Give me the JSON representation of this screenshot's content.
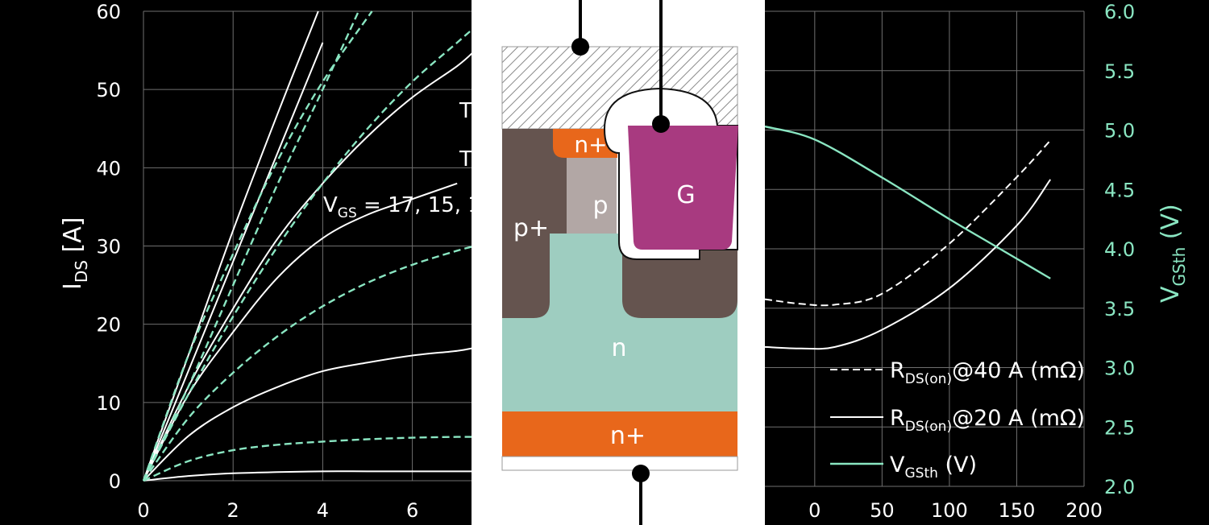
{
  "colors": {
    "background": "#000000",
    "white": "#ffffff",
    "green": "#8ae6c2",
    "grid": "#6f6f6f"
  },
  "chart_data": [
    {
      "type": "line",
      "ylabel_main": "I",
      "ylabel_sub": "DS",
      "ylabel_unit": " [A]",
      "xlim": [
        0,
        10.4
      ],
      "ylim": [
        0,
        60
      ],
      "x_ticks": [
        "0",
        "2",
        "4",
        "6"
      ],
      "y_ticks": [
        "0",
        "10",
        "20",
        "30",
        "40",
        "50",
        "60"
      ],
      "annotation_line1": "T",
      "annotation_line2": "T",
      "annotation_vgs_main": "V",
      "annotation_vgs_sub": "GS",
      "annotation_vgs_rest": " = 17, 15, 1",
      "series": [
        {
          "style": "solid-white",
          "x": [
            0,
            1,
            2,
            3,
            3.9
          ],
          "y": [
            0,
            16,
            32,
            47,
            60
          ]
        },
        {
          "style": "solid-white",
          "x": [
            0,
            1,
            2,
            3,
            4
          ],
          "y": [
            0,
            14,
            28,
            42,
            56
          ]
        },
        {
          "style": "solid-white",
          "x": [
            0,
            1,
            2,
            3,
            4,
            5,
            6,
            7,
            7.4
          ],
          "y": [
            0,
            12,
            22,
            31,
            38,
            44,
            49,
            53,
            55
          ]
        },
        {
          "style": "solid-white",
          "x": [
            0,
            1,
            2,
            3,
            4,
            5,
            6,
            7
          ],
          "y": [
            0,
            11,
            19,
            26,
            31,
            34,
            36,
            38
          ]
        },
        {
          "style": "solid-white",
          "x": [
            0,
            1,
            2,
            3,
            4,
            5,
            6,
            7,
            7.4
          ],
          "y": [
            0,
            5.7,
            9.4,
            12,
            14,
            15.1,
            16,
            16.6,
            17
          ]
        },
        {
          "style": "solid-white",
          "x": [
            0,
            1,
            2,
            3,
            4,
            5,
            6,
            7,
            7.4
          ],
          "y": [
            0,
            0.6,
            0.95,
            1.1,
            1.2,
            1.2,
            1.2,
            1.2,
            1.2
          ]
        },
        {
          "style": "dashed-green",
          "x": [
            0,
            1,
            2,
            3,
            4,
            5.1
          ],
          "y": [
            0,
            16,
            29,
            41,
            51,
            60
          ]
        },
        {
          "style": "dashed-green",
          "x": [
            0,
            1,
            2,
            3,
            4,
            4.8
          ],
          "y": [
            0,
            12,
            25,
            38,
            50,
            60
          ]
        },
        {
          "style": "dashed-green",
          "x": [
            0,
            1,
            2,
            3,
            4,
            5,
            6,
            7,
            7.4
          ],
          "y": [
            0,
            11,
            21,
            30,
            38,
            45,
            51,
            56,
            58
          ]
        },
        {
          "style": "dashed-green",
          "x": [
            0,
            1,
            2,
            3,
            4,
            5,
            6,
            7,
            7.4
          ],
          "y": [
            0,
            8,
            13.8,
            18.5,
            22.3,
            25.3,
            27.6,
            29.4,
            30
          ]
        },
        {
          "style": "dashed-green",
          "x": [
            0,
            1,
            2,
            3,
            4,
            5,
            6,
            7,
            7.4
          ],
          "y": [
            0,
            2.5,
            3.9,
            4.6,
            5.0,
            5.3,
            5.5,
            5.6,
            5.6
          ]
        }
      ]
    },
    {
      "type": "line",
      "xlim": [
        -37,
        200
      ],
      "ylim_right": [
        2.0,
        6.0
      ],
      "x_ticks": [
        "0",
        "50",
        "100",
        "150",
        "200"
      ],
      "y_right_ticks": [
        "2.0",
        "2.5",
        "3.0",
        "3.5",
        "4.0",
        "4.5",
        "5.0",
        "5.5",
        "6.0"
      ],
      "y2label_main": "V",
      "y2label_sub": "GSth",
      "y2label_unit": " (V)",
      "legend": [
        {
          "style": "dashed-white",
          "main": "R",
          "sub": "DS(on)",
          "rest": "@40 A (mΩ)"
        },
        {
          "style": "solid-white",
          "main": "R",
          "sub": "DS(on)",
          "rest": "@20 A (mΩ)"
        },
        {
          "style": "solid-green",
          "main": "V",
          "sub": "GSth",
          "rest": " (V)"
        }
      ],
      "series": [
        {
          "style": "dashed-white",
          "axis": "left",
          "x": [
            -37,
            -10,
            15,
            50,
            100,
            150,
            175
          ],
          "y": [
            23.2,
            22.6,
            22.5,
            23.9,
            30.3,
            38.8,
            43.5
          ]
        },
        {
          "style": "solid-white",
          "axis": "left",
          "x": [
            -37,
            -10,
            15,
            50,
            100,
            150,
            175
          ],
          "y": [
            17.1,
            16.9,
            17.1,
            19.3,
            24.6,
            32.6,
            38.5
          ]
        },
        {
          "style": "solid-green",
          "axis": "right",
          "x": [
            -37,
            0,
            50,
            100,
            130,
            175
          ],
          "y": [
            5.03,
            4.92,
            4.6,
            4.25,
            4.05,
            3.75
          ]
        }
      ]
    }
  ],
  "diagram": {
    "labels": {
      "n_plus_top": "n+",
      "p": "p",
      "p_plus": "p+",
      "gate": "G",
      "n": "n",
      "n_plus_bottom": "n+"
    },
    "colors": {
      "metal": "#ffffff",
      "hatch": "#8a8a8a",
      "p_plus": "#65544f",
      "p": "#b2a7a5",
      "n": "#9ecdc0",
      "n_plus": "#e8671b",
      "gate": "#a83a80",
      "oxide": "#ffffff"
    }
  }
}
